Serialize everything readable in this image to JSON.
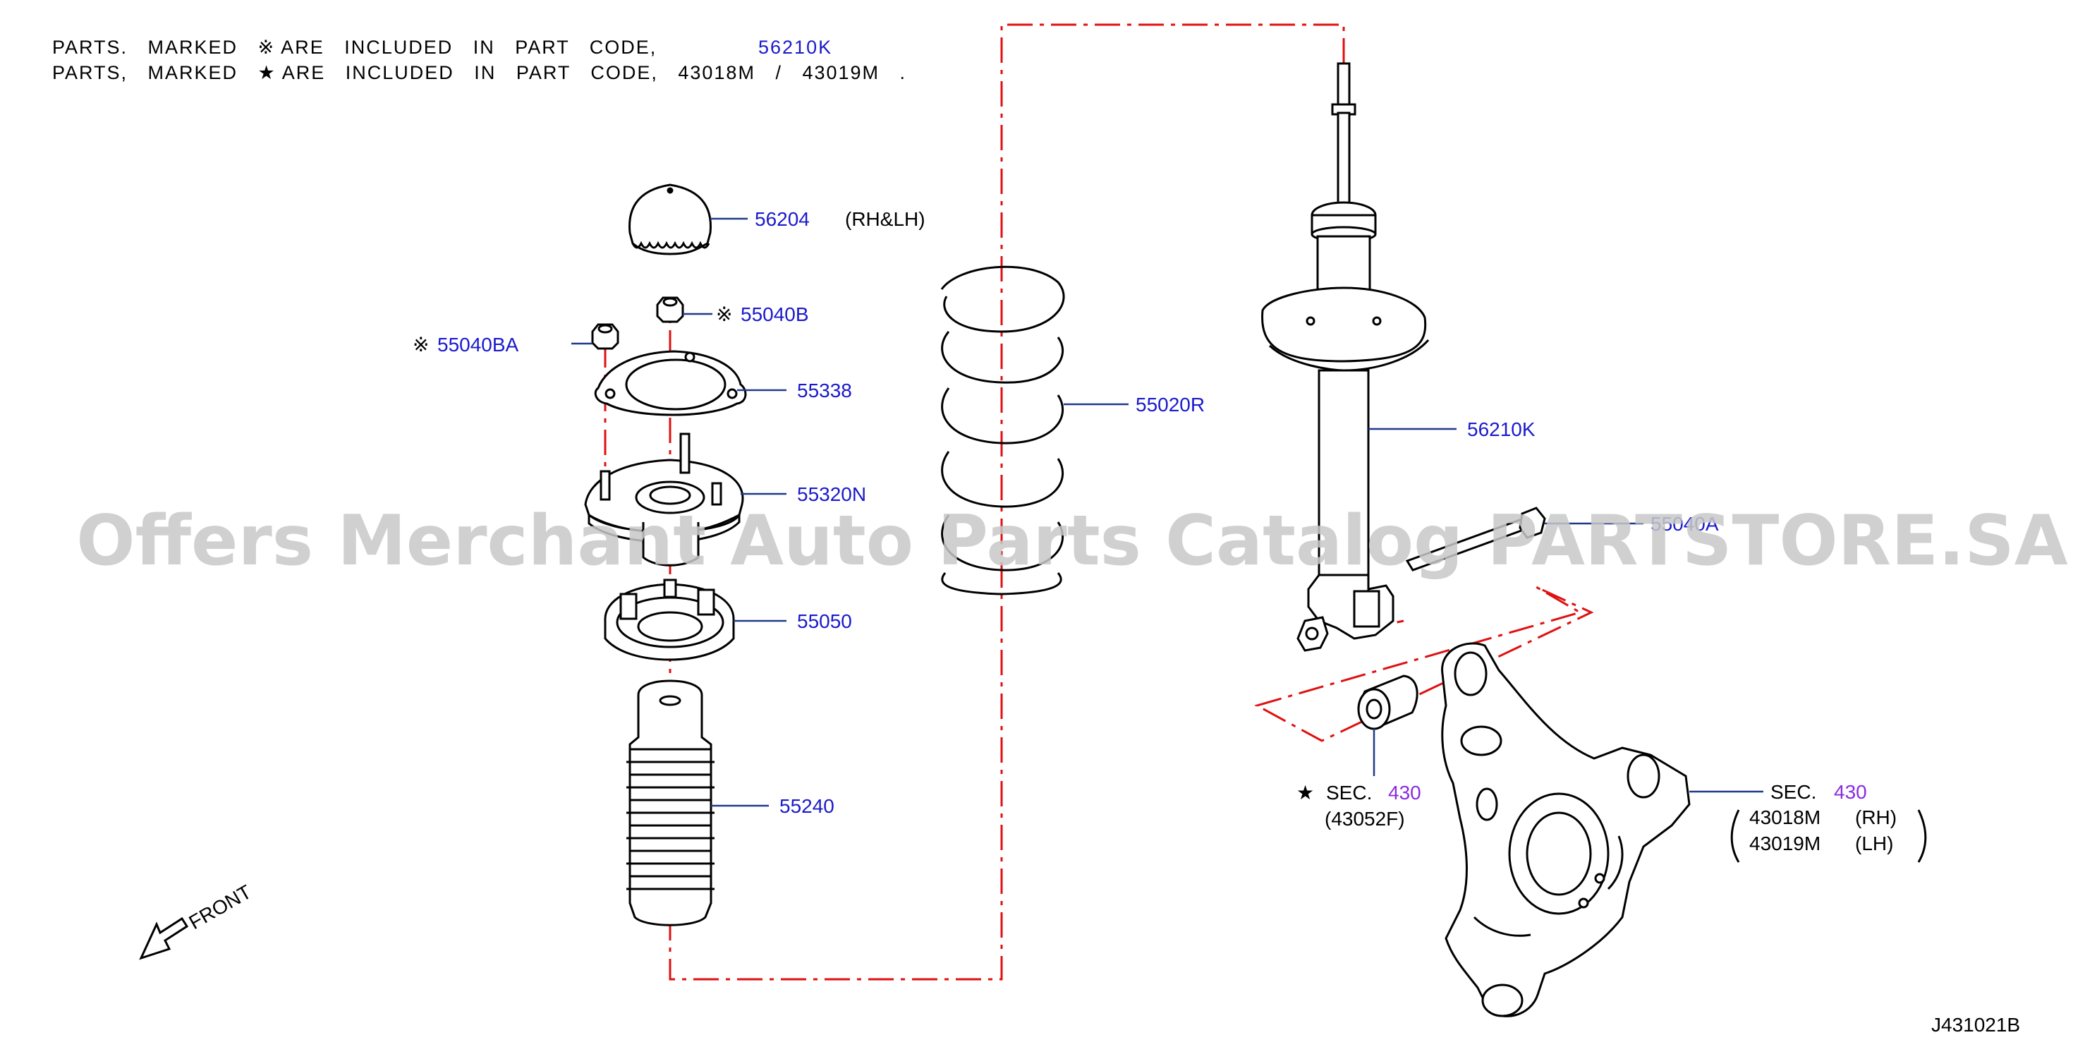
{
  "header": {
    "line1_prefix": "PARTS.   MARKED   ※ ARE   INCLUDED   IN   PART   CODE,",
    "line1_code": "56210K",
    "line2": "PARTS,   MARKED   ★ ARE   INCLUDED   IN   PART   CODE,   43018M   /   43019M   ."
  },
  "callouts": {
    "cap": "56204",
    "cap_note": "(RH&LH)",
    "nut_b_mark": "※",
    "nut_b": "55040B",
    "nut_ba_mark": "※",
    "nut_ba": "55040BA",
    "plate": "55338",
    "mount": "55320N",
    "seat": "55050",
    "boot": "55240",
    "spring": "55020R",
    "strut": "56210K",
    "bolt": "55040A",
    "bushing_star": "★",
    "bushing_sec": "SEC.",
    "bushing_sec_num": "430",
    "bushing_part": "(43052F)",
    "knuckle_sec": "SEC.",
    "knuckle_sec_num": "430",
    "knuckle_rh": "43018M",
    "knuckle_rh_side": "(RH)",
    "knuckle_lh": "43019M",
    "knuckle_lh_side": "(LH)"
  },
  "front_label": "FRONT",
  "diagram_code": "J431021B",
  "watermark": "Offers Merchant Auto Parts Catalog PARTSTORE.SA",
  "colors": {
    "label_blue": "#1a1acc",
    "section_purple": "#8a2be2",
    "guide_red": "#e01010",
    "leader_navy": "#1f3a8a",
    "line": "#000000"
  }
}
